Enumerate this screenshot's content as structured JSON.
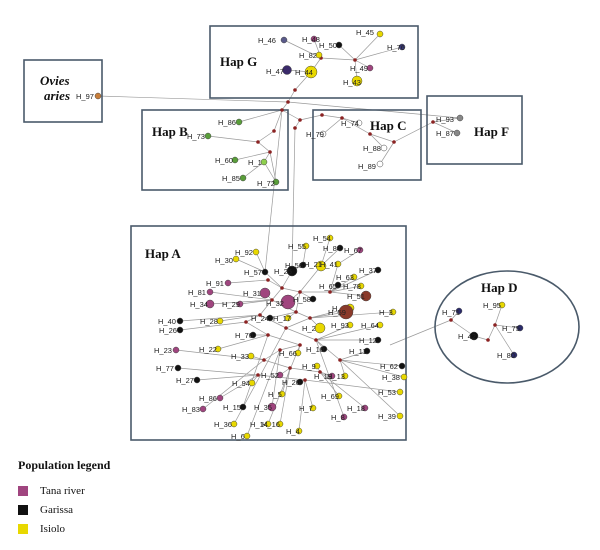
{
  "groups": {
    "g": "Hap G",
    "ovies_line1": "Ovies",
    "ovies_line2": "aries",
    "b": "Hap B",
    "c": "Hap C",
    "f": "Hap F",
    "a": "Hap A",
    "d": "Hap D"
  },
  "legend": {
    "title": "Population legend",
    "items": [
      {
        "label": "Tana river",
        "color": "#a0457f"
      },
      {
        "label": "Garissa",
        "color": "#111111"
      },
      {
        "label": "Isiolo",
        "color": "#e8d800"
      }
    ]
  },
  "nodes": [
    {
      "label": "H_46",
      "color": "#5a5a8a"
    },
    {
      "label": "H_48",
      "color": "#a0457f"
    },
    {
      "label": "H_45",
      "color": "#e8d800"
    },
    {
      "label": "H_82",
      "color": "#e8d800"
    },
    {
      "label": "H_50",
      "color": "#111111"
    },
    {
      "label": "H_76",
      "color": "#3a3a7a"
    },
    {
      "label": "H_47",
      "color": "#3a2a6a"
    },
    {
      "label": "H_44",
      "color": "#e8d800"
    },
    {
      "label": "H_49",
      "color": "#a0457f"
    },
    {
      "label": "H_43",
      "color": "#e8d800"
    },
    {
      "label": "H_97",
      "color": "#c87e3a"
    },
    {
      "label": "H_86",
      "color": "#5a9e3a"
    },
    {
      "label": "H_73",
      "color": "#5a9e3a"
    },
    {
      "label": "H_60",
      "color": "#5a9e3a"
    },
    {
      "label": "H_1",
      "color": "#8ed04e"
    },
    {
      "label": "H_85",
      "color": "#5a9e3a"
    },
    {
      "label": "H_72",
      "color": "#5a9e3a"
    },
    {
      "label": "H_74",
      "color": "#ffffff"
    },
    {
      "label": "H_79",
      "color": "#ffffff"
    },
    {
      "label": "H_88",
      "color": "#ffffff"
    },
    {
      "label": "H_89",
      "color": "#ffffff"
    },
    {
      "label": "H_93",
      "color": "#888888"
    },
    {
      "label": "H_87",
      "color": "#888888"
    },
    {
      "label": "H_71",
      "color": "#2a2a6a"
    },
    {
      "label": "H_95",
      "color": "#e8d800"
    },
    {
      "label": "H_42",
      "color": "#111111"
    },
    {
      "label": "H_75",
      "color": "#2a2a6a"
    },
    {
      "label": "H_80",
      "color": "#2a2a6a"
    },
    {
      "label": "H_92",
      "color": "#e8d800"
    },
    {
      "label": "H_55",
      "color": "#e8d800"
    },
    {
      "label": "H_54",
      "color": "#e8d800"
    },
    {
      "label": "H_84",
      "color": "#111111"
    },
    {
      "label": "H_67",
      "color": "#a0457f"
    },
    {
      "label": "H_30",
      "color": "#e8d800"
    },
    {
      "label": "H_56",
      "color": "#111111"
    },
    {
      "label": "H_25",
      "color": "#111111"
    },
    {
      "label": "H_21",
      "color": "#e8d800"
    },
    {
      "label": "H_41",
      "color": "#e8d800"
    },
    {
      "label": "H_63",
      "color": "#e8d800"
    },
    {
      "label": "H_57",
      "color": "#111111"
    },
    {
      "label": "H_37",
      "color": "#111111"
    },
    {
      "label": "H_91",
      "color": "#a0457f"
    },
    {
      "label": "H_65",
      "color": "#111111"
    },
    {
      "label": "H_78",
      "color": "#e8d800"
    },
    {
      "label": "H_81",
      "color": "#a0457f"
    },
    {
      "label": "H_31",
      "color": "#a0457f"
    },
    {
      "label": "H_32",
      "color": "#a0457f"
    },
    {
      "label": "H_58",
      "color": "#111111"
    },
    {
      "label": "H_51",
      "color": "#8b3a2a"
    },
    {
      "label": "H_34",
      "color": "#a0457f"
    },
    {
      "label": "H_29",
      "color": "#a0457f"
    },
    {
      "label": "H_61",
      "color": "#e8d800"
    },
    {
      "label": "H_3",
      "color": "#e8d800"
    },
    {
      "label": "H_40",
      "color": "#111111"
    },
    {
      "label": "H_28",
      "color": "#e8d800"
    },
    {
      "label": "H_24",
      "color": "#111111"
    },
    {
      "label": "H_17",
      "color": "#e8d800"
    },
    {
      "label": "H_59",
      "color": "#8b3a2a"
    },
    {
      "label": "H_26",
      "color": "#111111"
    },
    {
      "label": "H_2",
      "color": "#e8d800"
    },
    {
      "label": "H_93",
      "color": "#e8d800"
    },
    {
      "label": "H_64",
      "color": "#e8d800"
    },
    {
      "label": "H_70",
      "color": "#111111"
    },
    {
      "label": "H_12",
      "color": "#111111"
    },
    {
      "label": "H_23",
      "color": "#a0457f"
    },
    {
      "label": "H_22",
      "color": "#e8d800"
    },
    {
      "label": "H_66",
      "color": "#e8d800"
    },
    {
      "label": "H_10",
      "color": "#111111"
    },
    {
      "label": "H_11",
      "color": "#111111"
    },
    {
      "label": "H_33",
      "color": "#e8d800"
    },
    {
      "label": "H_77",
      "color": "#111111"
    },
    {
      "label": "H_9",
      "color": "#e8d800"
    },
    {
      "label": "H_62",
      "color": "#111111"
    },
    {
      "label": "H_27",
      "color": "#111111"
    },
    {
      "label": "H_94",
      "color": "#e8d800"
    },
    {
      "label": "H_52",
      "color": "#a0457f"
    },
    {
      "label": "H_19",
      "color": "#a0457f"
    },
    {
      "label": "H_13",
      "color": "#e8d800"
    },
    {
      "label": "H_38",
      "color": "#e8d800"
    },
    {
      "label": "H_20",
      "color": "#111111"
    },
    {
      "label": "H_53",
      "color": "#e8d800"
    },
    {
      "label": "H_86",
      "color": "#a0457f"
    },
    {
      "label": "H_5",
      "color": "#e8d800"
    },
    {
      "label": "H_69",
      "color": "#e8d800"
    },
    {
      "label": "H_83",
      "color": "#a0457f"
    },
    {
      "label": "H_15",
      "color": "#111111"
    },
    {
      "label": "H_35",
      "color": "#a0457f"
    },
    {
      "label": "H_7",
      "color": "#e8d800"
    },
    {
      "label": "H_18",
      "color": "#a0457f"
    },
    {
      "label": "H_16",
      "color": "#e8d800"
    },
    {
      "label": "H_39",
      "color": "#e8d800"
    },
    {
      "label": "H_36",
      "color": "#e8d800"
    },
    {
      "label": "H_14",
      "color": "#e8d800"
    },
    {
      "label": "H_8",
      "color": "#a0457f"
    },
    {
      "label": "H_4",
      "color": "#e8d800"
    },
    {
      "label": "H_6",
      "color": "#e8d800"
    }
  ]
}
